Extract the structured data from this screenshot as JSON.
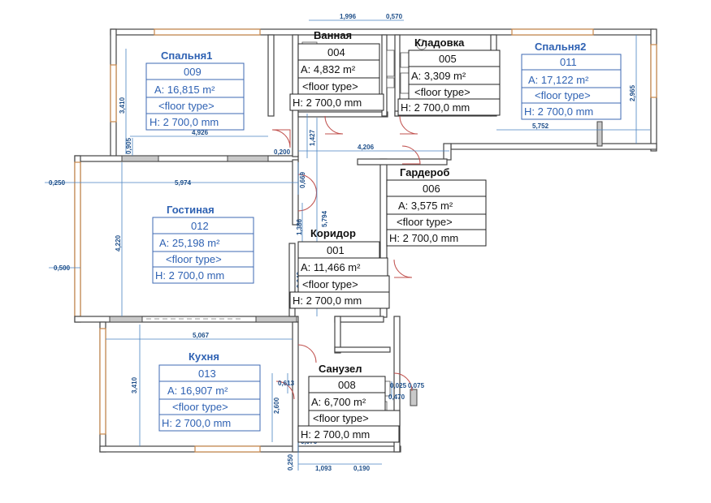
{
  "rooms": {
    "bedroom1": {
      "name": "Спальня1",
      "number": "009",
      "area": "A: 16,815 m²",
      "floor": "<floor type>",
      "height": "H: 2 700,0 mm"
    },
    "bathroom": {
      "name": "Ванная",
      "number": "004",
      "area": "A: 4,832 m²",
      "floor": "<floor type>",
      "height": "H: 2 700,0 mm"
    },
    "pantry": {
      "name": "Кладовка",
      "number": "005",
      "area": "A: 3,309 m²",
      "floor": "<floor type>",
      "height": "H: 2 700,0 mm"
    },
    "bedroom2": {
      "name": "Спальня2",
      "number": "011",
      "area": "A: 17,122 m²",
      "floor": "<floor type>",
      "height": "H: 2 700,0 mm"
    },
    "living": {
      "name": "Гостиная",
      "number": "012",
      "area": "A: 25,198 m²",
      "floor": "<floor type>",
      "height": "H: 2 700,0 mm"
    },
    "wardrobe": {
      "name": "Гардероб",
      "number": "006",
      "area": "A: 3,575 m²",
      "floor": "<floor type>",
      "height": "H: 2 700,0 mm"
    },
    "corridor": {
      "name": "Коридор",
      "number": "001",
      "area": "A: 11,466 m²",
      "floor": "<floor type>",
      "height": "H: 2 700,0 mm"
    },
    "kitchen": {
      "name": "Кухня",
      "number": "013",
      "area": "A: 16,907 m²",
      "floor": "<floor type>",
      "height": "H: 2 700,0 mm"
    },
    "wc": {
      "name": "Санузел",
      "number": "008",
      "area": "A: 6,700 m²",
      "floor": "<floor type>",
      "height": "H: 2 700,0 mm"
    }
  },
  "dimensions": {
    "top_bath_width": "1,996",
    "top_pantry_gap": "0,570",
    "bedroom1_width": "4,926",
    "bedroom1_depth": "3,410",
    "bedroom1_offset": "0,905",
    "bedroom2_width": "5,752",
    "bedroom2_depth": "2,965",
    "corridor_upper": "1,427",
    "wall_0200": "0,200",
    "corridor_width": "4,206",
    "wall_0669": "0,669",
    "corridor_length": "5,794",
    "living_width": "5,974",
    "living_depth": "4,220",
    "living_left_a": "0,250",
    "living_left_b": "0,500",
    "living_door": "1,386",
    "corridor_door": "0,640",
    "kitchen_width": "5,067",
    "kitchen_depth": "3,410",
    "kitchen_door_a": "0,613",
    "kitchen_door_b": "2,600",
    "wc_dim_a": "0,025",
    "wc_dim_b": "0,075",
    "wc_dim_c": "0,470",
    "bottom_a": "0,076",
    "bottom_b": "0,250",
    "bottom_c": "1,093",
    "bottom_d": "0,190"
  }
}
